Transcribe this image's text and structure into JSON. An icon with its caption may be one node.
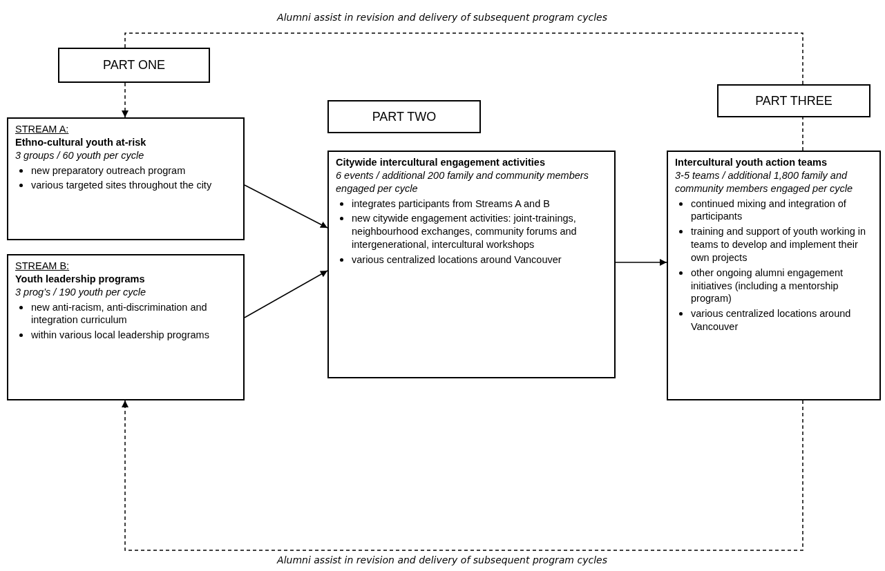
{
  "diagram": {
    "nodes": [
      {
        "text": [
          "PART ONE"
        ]
      },
      {
        "text": [
          "STREAM A:",
          "Ethno-cultural youth at-risk",
          "3 groups / 60 youth per cycle",
          "new preparatory outreach program",
          "various targeted sites throughout the city"
        ]
      },
      {
        "text": [
          "STREAM B:",
          "Youth leadership programs",
          "3 prog’s / 190 youth per cycle",
          "new anti-racism, anti-discrimination and integration curriculum",
          "within various local leadership programs"
        ]
      },
      {
        "text": [
          "PART TWO"
        ]
      },
      {
        "text": [
          "Citywide intercultural engagement activities",
          "6 events / additional 200 family and community members engaged per cycle",
          "integrates participants from Streams A and B",
          "new citywide engagement activities: joint-trainings, neighbourhood exchanges, community forums and intergenerational, intercultural workshops",
          "various centralized locations around Vancouver"
        ]
      },
      {
        "text": [
          "PART THREE"
        ]
      },
      {
        "text": [
          "Intercultural youth action teams",
          "3-5 teams / additional 1,800 family and community members engaged per cycle",
          "continued mixing and integration of participants",
          "training and support of youth working in teams to develop and implement their own projects",
          "other ongoing alumni engagement initiatives (including a mentorship program)",
          "various centralized locations around Vancouver"
        ]
      }
    ],
    "edges": [
      {
        "from": 6,
        "to": 5,
        "arrow": "none",
        "style": "dashed"
      },
      {
        "from": 5,
        "to": 0,
        "arrow": "none",
        "style": "dashed",
        "label": "Alumni assist in revision and delivery of subsequent program cycles"
      },
      {
        "from": 0,
        "to": 1,
        "arrow": "to",
        "style": "dashed"
      },
      {
        "from": 1,
        "to": 4,
        "arrow": "to"
      },
      {
        "from": 2,
        "to": 4,
        "arrow": "to"
      },
      {
        "from": 4,
        "to": 6,
        "arrow": "to"
      },
      {
        "from": 6,
        "to": 2,
        "arrow": "to",
        "style": "dashed",
        "label": "Alumni assist in revision and delivery of subsequent program cycles"
      }
    ]
  }
}
